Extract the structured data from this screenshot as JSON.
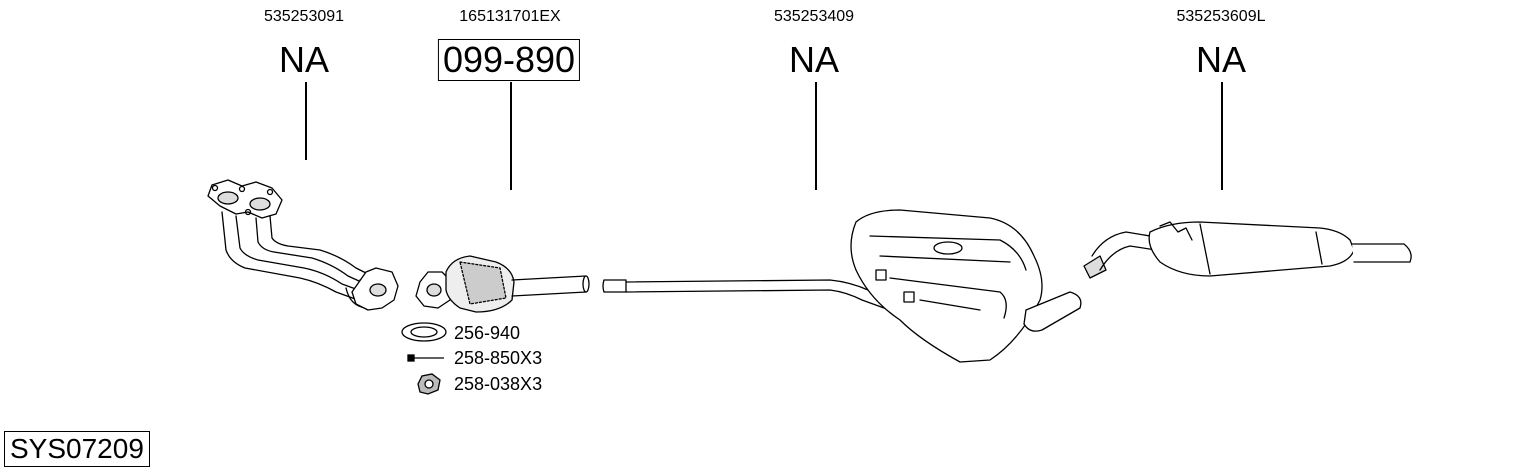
{
  "parts": [
    {
      "oe_number": "535253091",
      "code": "NA"
    },
    {
      "oe_number": "165131701EX",
      "code": "099-890"
    },
    {
      "oe_number": "535253409",
      "code": "NA"
    },
    {
      "oe_number": "535253609L",
      "code": "NA"
    }
  ],
  "accessories": [
    "256-940",
    "258-850X3",
    "258-038X3"
  ],
  "system_code": "SYS07209"
}
